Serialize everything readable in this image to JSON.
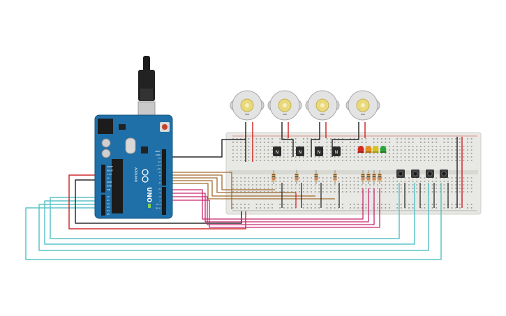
{
  "arduino": {
    "brand": "ARDUINO",
    "model": "UNO",
    "power_header_labels": [
      "IOREF",
      "RESET",
      "3.3V",
      "5V",
      "GND",
      "GND",
      "VIN"
    ],
    "analog_labels": [
      "A0",
      "A1",
      "A2",
      "A3",
      "A4",
      "A5"
    ],
    "digital_labels": [
      "AREF",
      "GND",
      "13",
      "12",
      "~11",
      "~10",
      "~9",
      "8",
      "7",
      "~6",
      "~5",
      "4",
      "~3",
      "2",
      "TX 1",
      "RX 0"
    ]
  },
  "motors": [
    {
      "id": "motor-1"
    },
    {
      "id": "motor-2"
    },
    {
      "id": "motor-3"
    },
    {
      "id": "motor-4"
    }
  ],
  "transistor_label": "N",
  "colors": {
    "arduino_board": "#1f6fa8",
    "breadboard": "#e8e8e4",
    "wire_black": "#2b2b2b",
    "wire_red": "#d22b2b",
    "wire_brown": "#a06a2e",
    "wire_magenta": "#c8266f",
    "wire_cyan": "#5cc4c8",
    "led_red": "#d42a20",
    "led_orange": "#e48f1b",
    "led_yellow": "#d6c320",
    "led_green": "#2aa53a"
  }
}
